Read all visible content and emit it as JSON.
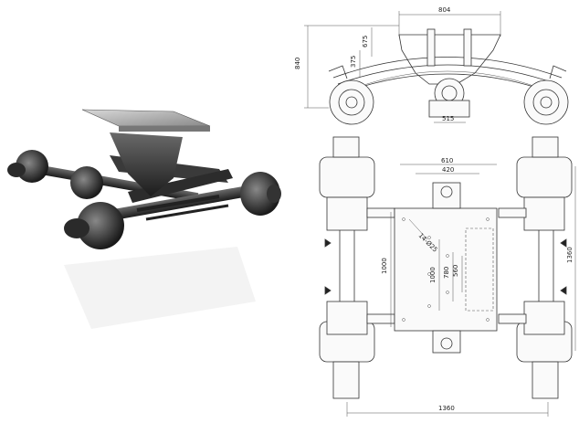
{
  "front_view": {
    "dim_top": "804",
    "dim_height": "840",
    "dim_small_a": "675",
    "dim_small_b": "375",
    "dim_bottom": "515"
  },
  "top_view": {
    "dim_plate_w1": "610",
    "dim_plate_w2": "420",
    "dim_holes": "14-Ø25",
    "dim_left_h": "1000",
    "dim_mid_h1": "1000",
    "dim_mid_h2": "780",
    "dim_mid_h3": "560",
    "dim_right_h": "1360",
    "dim_bottom_w": "1360"
  },
  "icons": [
    "bogie-suspension-photo",
    "front-view-drawing",
    "top-view-drawing"
  ]
}
